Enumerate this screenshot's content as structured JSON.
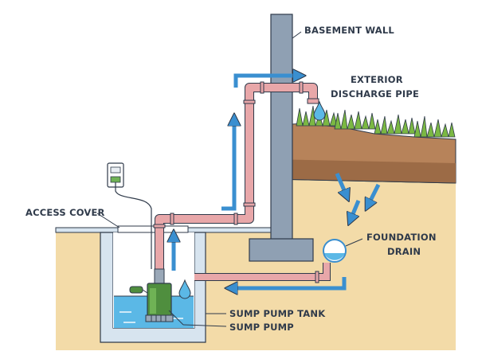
{
  "labels": {
    "basement_wall": "BASEMENT WALL",
    "exterior_discharge_line1": "EXTERIOR",
    "exterior_discharge_line2": "DISCHARGE PIPE",
    "access_cover": "ACCESS COVER",
    "foundation_drain_line1": "FOUNDATION",
    "foundation_drain_line2": "DRAIN",
    "sump_pump_tank": "SUMP PUMP TANK",
    "sump_pump": "SUMP PUMP"
  },
  "colors": {
    "soil_light": "#f3dba8",
    "soil_topsoil": "#b7835a",
    "soil_dark": "#9c6b46",
    "grass": "#7bb843",
    "concrete": "#8fa0b3",
    "ground_line": "#d7e4ef",
    "pipe": "#e8a7a9",
    "water": "#5bb8e6",
    "arrow": "#3a8fd0",
    "pump": "#4f8e3e",
    "outline": "#2f3a4a"
  },
  "icons": {
    "arrow": "flow-arrow-icon",
    "drop": "water-drop-icon",
    "outlet": "power-outlet-icon"
  }
}
